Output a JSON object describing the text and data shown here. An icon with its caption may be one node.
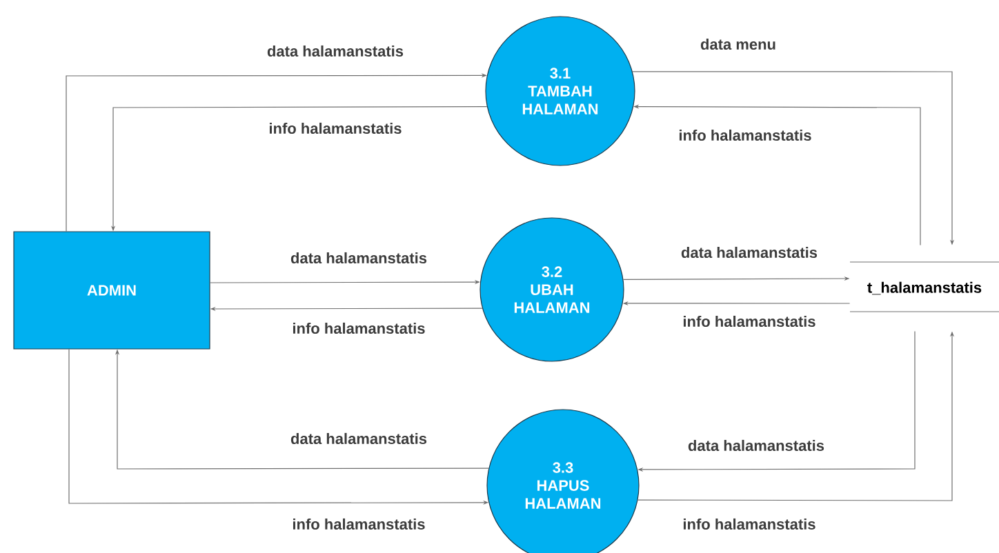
{
  "diagram": {
    "nodes": [
      {
        "text": [
          "ADMIN"
        ]
      },
      {
        "text": [
          "3.1",
          "TAMBAH HALAMAN"
        ]
      },
      {
        "text": [
          "3.2",
          "UBAH HALAMAN"
        ]
      },
      {
        "text": [
          "3.3",
          "HAPUS HALAMAN"
        ]
      },
      {
        "text": [
          "t_halamanstatis"
        ]
      }
    ],
    "edges": [
      {
        "from": 0,
        "to": 1,
        "arrow": "to",
        "label": "data halamanstatis"
      },
      {
        "from": 1,
        "to": 0,
        "arrow": "to",
        "label": "info halamanstatis"
      },
      {
        "from": 1,
        "to": 4,
        "arrow": "to",
        "label": "data menu"
      },
      {
        "from": 4,
        "to": 1,
        "arrow": "to",
        "label": "info halamanstatis"
      },
      {
        "from": 0,
        "to": 2,
        "arrow": "to",
        "label": "data halamanstatis"
      },
      {
        "from": 2,
        "to": 0,
        "arrow": "to",
        "label": "info halamanstatis"
      },
      {
        "from": 2,
        "to": 4,
        "arrow": "to",
        "label": "data halamanstatis"
      },
      {
        "from": 4,
        "to": 2,
        "arrow": "to",
        "label": "info halamanstatis"
      },
      {
        "from": 3,
        "to": 0,
        "arrow": "to",
        "label": "data halamanstatis"
      },
      {
        "from": 0,
        "to": 3,
        "arrow": "to",
        "label": "info halamanstatis"
      },
      {
        "from": 4,
        "to": 3,
        "arrow": "to",
        "label": "data halamanstatis"
      },
      {
        "from": 3,
        "to": 4,
        "arrow": "to",
        "label": "info halamanstatis"
      }
    ]
  }
}
